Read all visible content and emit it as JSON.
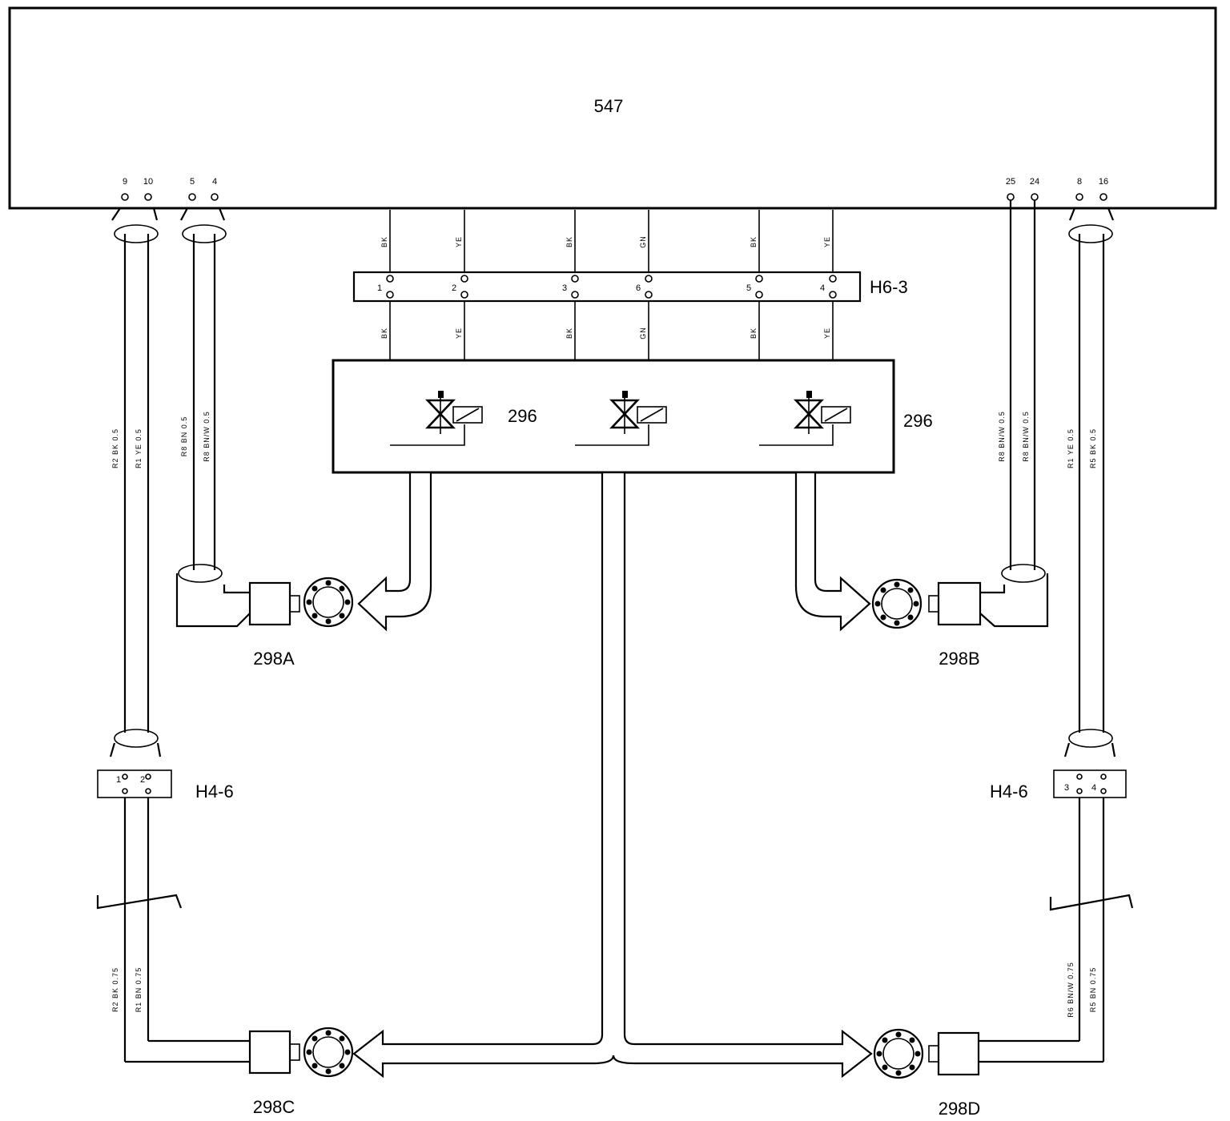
{
  "ecu": {
    "label": "547"
  },
  "ecu_pins": {
    "left_a": [
      "9",
      "10"
    ],
    "left_b": [
      "5",
      "4"
    ],
    "right_a": [
      "25",
      "24"
    ],
    "right_b": [
      "8",
      "16"
    ]
  },
  "connector_h63": {
    "label": "H6-3",
    "pins": [
      "1",
      "2",
      "3",
      "6",
      "5",
      "4"
    ],
    "wire_colors": [
      "BK",
      "YE",
      "BK",
      "GN",
      "BK",
      "YE"
    ]
  },
  "valve_block": {
    "label_inner": "296",
    "label_outer": "296"
  },
  "sensors": {
    "a": "298A",
    "b": "298B",
    "c": "298C",
    "d": "298D"
  },
  "connector_h46_left": {
    "label": "H4-6",
    "pins": [
      "1",
      "2"
    ]
  },
  "connector_h46_right": {
    "label": "H4-6",
    "pins": [
      "3",
      "4"
    ]
  },
  "wire_tags": {
    "left_outer_upper": "R2 BK 0.5",
    "left_inner_upper": "R1 YE 0.5",
    "mid_left_1": "R8 BN 0.5",
    "mid_left_2": "R8 BN/W 0.5",
    "mid_right_1": "R8 BN/W 0.5",
    "mid_right_2": "R8 BN/W 0.5",
    "right_inner_upper": "R1 YE 0.5",
    "right_outer_upper": "R5 BK 0.5",
    "left_outer_lower": "R2 BK 0.75",
    "left_inner_lower": "R1 BN 0.75",
    "right_inner_lower": "R6 BN/W 0.75",
    "right_outer_lower": "R5 BN 0.75"
  }
}
